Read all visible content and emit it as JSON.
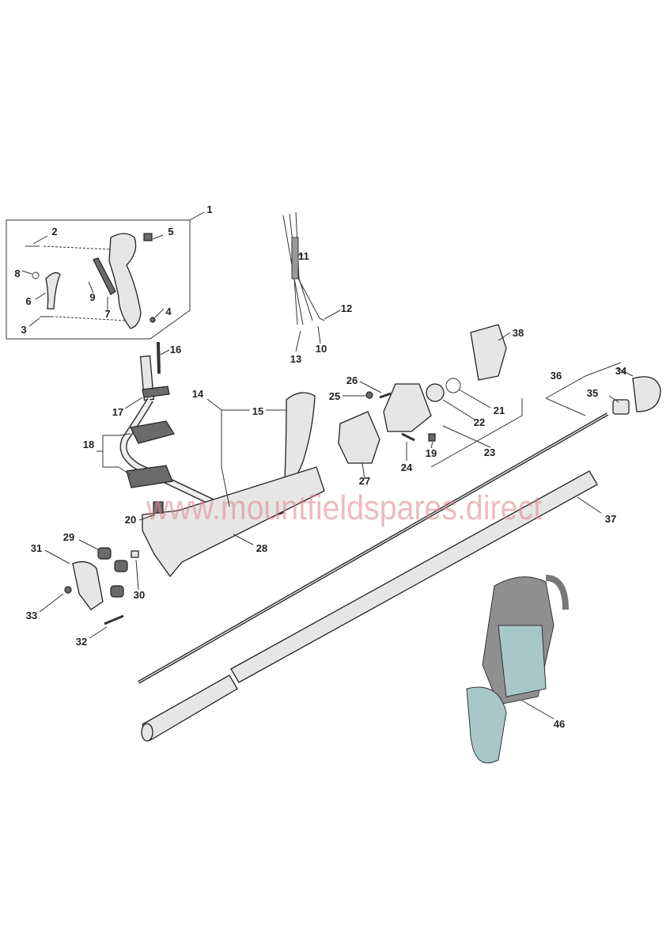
{
  "diagram": {
    "watermark": "www.mountfieldspares.direct",
    "labels": [
      "1",
      "2",
      "5",
      "8",
      "6",
      "9",
      "7",
      "3",
      "4",
      "11",
      "12",
      "13",
      "10",
      "16",
      "17",
      "14",
      "15",
      "18",
      "20",
      "29",
      "31",
      "30",
      "33",
      "32",
      "28",
      "26",
      "25",
      "27",
      "24",
      "19",
      "23",
      "22",
      "21",
      "38",
      "36",
      "34",
      "35",
      "37",
      "46"
    ]
  }
}
